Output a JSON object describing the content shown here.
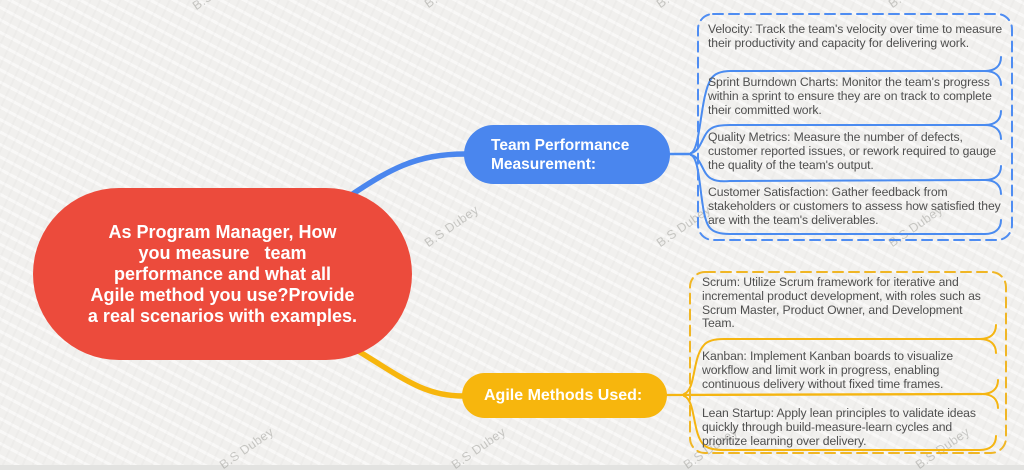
{
  "central": {
    "lines": [
      "As Program Manager, How",
      "you measure   team",
      "performance and what all",
      "Agile method you use?Provide",
      "a real scenarios with examples."
    ]
  },
  "branches": {
    "team": {
      "label": "Team Performance Measurement:",
      "items": [
        "Velocity: Track the team's velocity over time to measure their productivity and capacity for delivering work.",
        "Sprint Burndown Charts: Monitor the team's progress within a sprint to ensure they are on track to complete their committed work.",
        "Quality Metrics: Measure the number of defects, customer reported issues, or rework required to gauge the quality of the team's output.",
        "Customer Satisfaction: Gather feedback from stakeholders or customers to assess how satisfied they are with the team's deliverables."
      ]
    },
    "agile": {
      "label": "Agile Methods Used:",
      "items": [
        "Scrum: Utilize Scrum framework for iterative and incremental product development, with roles such as Scrum Master, Product Owner, and Development Team.",
        "Kanban: Implement Kanban boards to visualize workflow and limit work in progress, enabling continuous delivery without fixed time frames.",
        "Lean Startup: Apply lean principles to validate ideas quickly through build-measure-learn cycles and prioritize learning over delivery."
      ]
    }
  },
  "watermark": {
    "text": "B.S Dubey"
  },
  "colors": {
    "central_red": "#ec4b3c",
    "branch_blue": "#4a86ee",
    "branch_yellow": "#f7b60d",
    "dashed_blue": "#4f8df2",
    "dashed_yellow": "#f0b625",
    "item_text": "#4f4f4f",
    "background": "#f1f0ee"
  }
}
